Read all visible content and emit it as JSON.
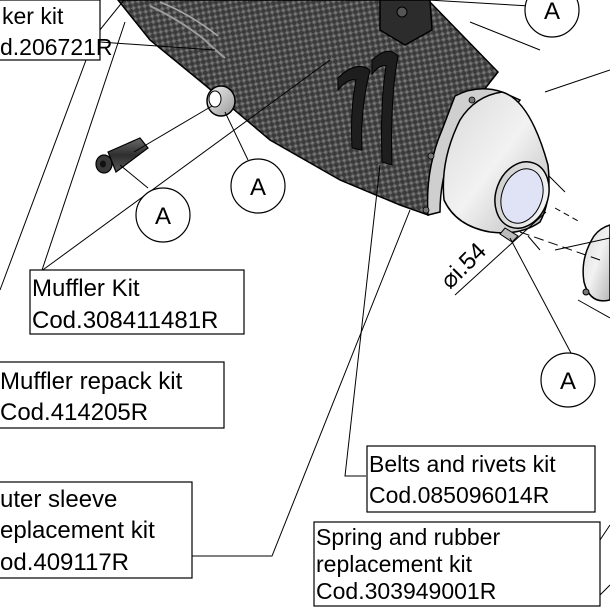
{
  "labels": {
    "sticker_kit_line1": "ker kit",
    "sticker_kit_line2": "d.206721R",
    "muffler_kit_line1": "Muffler Kit",
    "muffler_kit_line2": "Cod.308411481R",
    "repack_kit_line1": "Muffler repack kit",
    "repack_kit_line2": "Cod.414205R",
    "outer_sleeve_line1": "uter sleeve",
    "outer_sleeve_line2": "eplacement kit",
    "outer_sleeve_line3": "od.409117R",
    "belts_rivets_line1": "Belts and rivets kit",
    "belts_rivets_line2": "Cod.085096014R",
    "spring_rubber_line1": "Spring and rubber",
    "spring_rubber_line2": "replacement kit",
    "spring_rubber_line3": "Cod.303949001R"
  },
  "callouts": {
    "a_top": "A",
    "a_washer": "A",
    "a_bolt": "A",
    "a_right": "A"
  },
  "dimension": {
    "value": "⌀i.54"
  },
  "colors": {
    "carbon_dark": "#2a2a2a",
    "carbon_light": "#6e6e6e",
    "metal_light": "#e4e4e4",
    "metal_mid": "#bdbdbd",
    "inner_blue": "#dfe3f5",
    "line": "#000000"
  }
}
